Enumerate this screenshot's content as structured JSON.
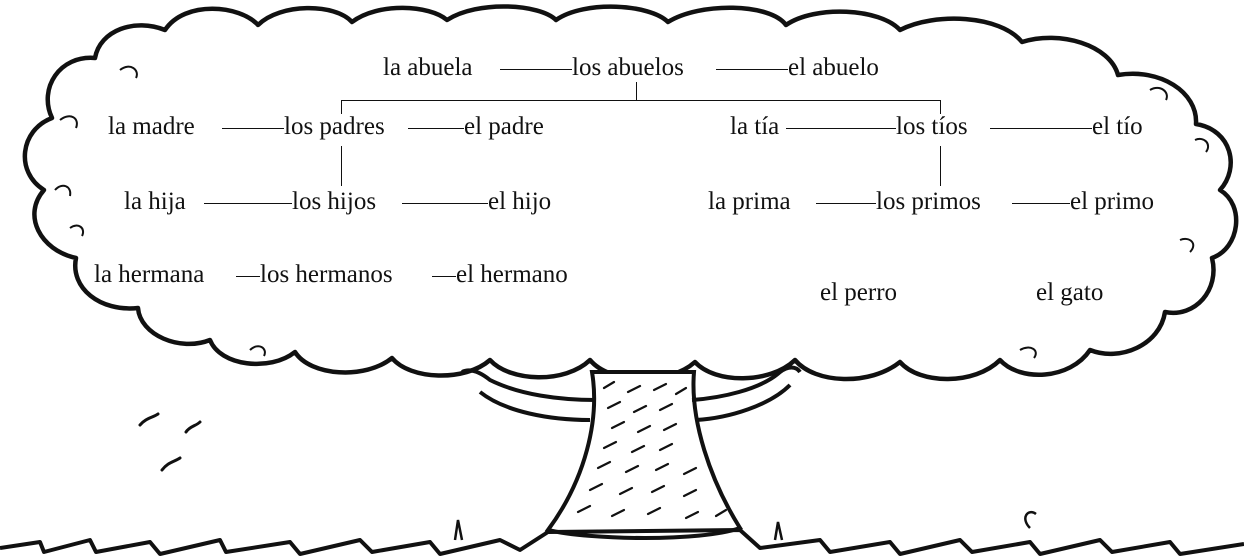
{
  "tree": {
    "grandparents": {
      "female": "la abuela",
      "plural": "los abuelos",
      "male": "el abuelo"
    },
    "parents": {
      "female": "la madre",
      "plural": "los padres",
      "male": "el padre"
    },
    "aunts_uncles": {
      "female": "la tía",
      "plural": "los tíos",
      "male": "el tío"
    },
    "children": {
      "female": "la hija",
      "plural": "los hijos",
      "male": "el hijo"
    },
    "cousins": {
      "female": "la prima",
      "plural": "los primos",
      "male": "el primo"
    },
    "siblings": {
      "female": "la hermana",
      "plural": "los hermanos",
      "male": "el hermano"
    },
    "pets": {
      "dog": "el perro",
      "cat": "el gato"
    }
  },
  "colors": {
    "ink": "#111111",
    "background": "#ffffff"
  }
}
